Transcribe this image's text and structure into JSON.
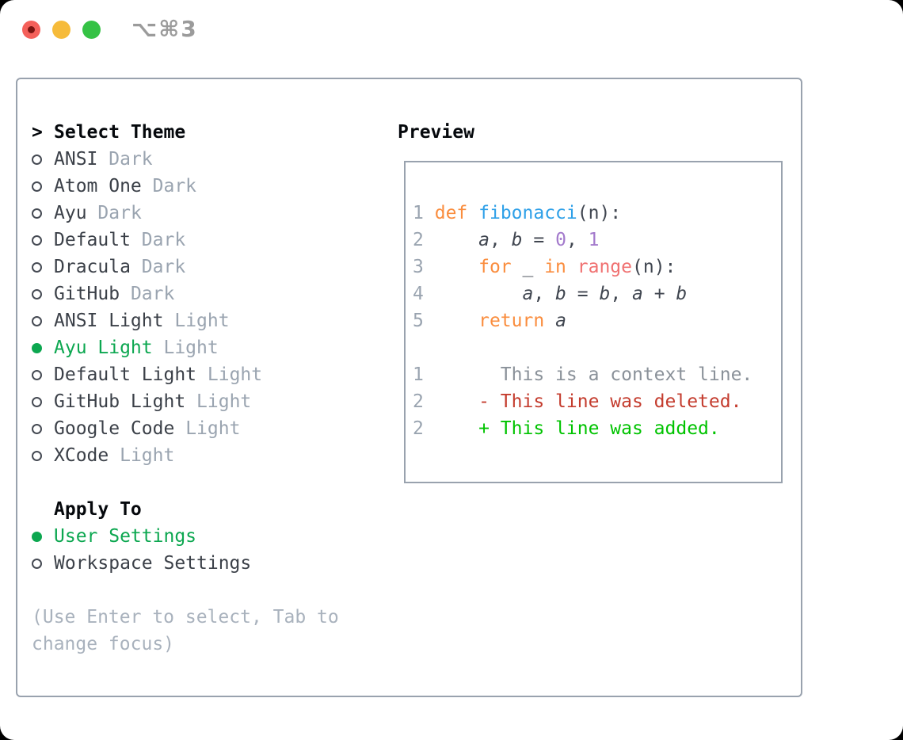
{
  "titlebar": {
    "title": "⌥⌘3"
  },
  "sidebar": {
    "header_prefix": ">",
    "header": "Select Theme",
    "themes": [
      {
        "name": "ANSI",
        "variant": "Dark",
        "selected": false
      },
      {
        "name": "Atom One",
        "variant": "Dark",
        "selected": false
      },
      {
        "name": "Ayu",
        "variant": "Dark",
        "selected": false
      },
      {
        "name": "Default",
        "variant": "Dark",
        "selected": false
      },
      {
        "name": "Dracula",
        "variant": "Dark",
        "selected": false
      },
      {
        "name": "GitHub",
        "variant": "Dark",
        "selected": false
      },
      {
        "name": "ANSI Light",
        "variant": "Light",
        "selected": false
      },
      {
        "name": "Ayu Light",
        "variant": "Light",
        "selected": true
      },
      {
        "name": "Default Light",
        "variant": "Light",
        "selected": false
      },
      {
        "name": "GitHub Light",
        "variant": "Light",
        "selected": false
      },
      {
        "name": "Google Code",
        "variant": "Light",
        "selected": false
      },
      {
        "name": "XCode",
        "variant": "Light",
        "selected": false
      }
    ],
    "apply_header": "Apply To",
    "apply_options": [
      {
        "label": "User Settings",
        "selected": true
      },
      {
        "label": "Workspace Settings",
        "selected": false
      }
    ],
    "hint_lines": [
      "(Use Enter to select, Tab to",
      "change focus)"
    ]
  },
  "preview": {
    "header": "Preview",
    "lines": [
      {
        "tokens": [
          {
            "t": "1",
            "c": "ln"
          },
          {
            "t": " ",
            "c": "pl"
          },
          {
            "t": "def",
            "c": "kw"
          },
          {
            "t": " ",
            "c": "pl"
          },
          {
            "t": "fibonacci",
            "c": "fn"
          },
          {
            "t": "(n):",
            "c": "pl"
          }
        ]
      },
      {
        "tokens": [
          {
            "t": "2",
            "c": "ln"
          },
          {
            "t": "     ",
            "c": "pl"
          },
          {
            "t": "a",
            "c": "var"
          },
          {
            "t": ", ",
            "c": "pl"
          },
          {
            "t": "b",
            "c": "var"
          },
          {
            "t": " = ",
            "c": "pl"
          },
          {
            "t": "0",
            "c": "lit"
          },
          {
            "t": ", ",
            "c": "pl"
          },
          {
            "t": "1",
            "c": "lit"
          }
        ]
      },
      {
        "tokens": [
          {
            "t": "3",
            "c": "ln"
          },
          {
            "t": "     ",
            "c": "pl"
          },
          {
            "t": "for",
            "c": "kw"
          },
          {
            "t": " _ ",
            "c": "pl"
          },
          {
            "t": "in",
            "c": "kw"
          },
          {
            "t": " ",
            "c": "pl"
          },
          {
            "t": "range",
            "c": "call"
          },
          {
            "t": "(n):",
            "c": "pl"
          }
        ]
      },
      {
        "tokens": [
          {
            "t": "4",
            "c": "ln"
          },
          {
            "t": "         ",
            "c": "pl"
          },
          {
            "t": "a",
            "c": "var"
          },
          {
            "t": ", ",
            "c": "pl"
          },
          {
            "t": "b",
            "c": "var"
          },
          {
            "t": " = ",
            "c": "pl"
          },
          {
            "t": "b",
            "c": "var"
          },
          {
            "t": ", ",
            "c": "pl"
          },
          {
            "t": "a",
            "c": "var"
          },
          {
            "t": " + ",
            "c": "pl"
          },
          {
            "t": "b",
            "c": "var"
          }
        ]
      },
      {
        "tokens": [
          {
            "t": "5",
            "c": "ln"
          },
          {
            "t": "     ",
            "c": "pl"
          },
          {
            "t": "return",
            "c": "kw"
          },
          {
            "t": " ",
            "c": "pl"
          },
          {
            "t": "a",
            "c": "var"
          }
        ]
      },
      {
        "tokens": []
      },
      {
        "tokens": [
          {
            "t": "1",
            "c": "ln"
          },
          {
            "t": "       This is a context line.",
            "c": "ctx"
          }
        ]
      },
      {
        "tokens": [
          {
            "t": "2",
            "c": "ln"
          },
          {
            "t": "     - This line was deleted.",
            "c": "del"
          }
        ]
      },
      {
        "tokens": [
          {
            "t": "2",
            "c": "ln"
          },
          {
            "t": "     + This line was added.",
            "c": "add"
          }
        ]
      }
    ]
  },
  "colors": {
    "selected_green": "#0ca750",
    "added_green": "#00c300",
    "deleted_red": "#c43c2e",
    "keyword_orange": "#fa8d3e",
    "function_blue": "#2ea0e8",
    "literal_purple": "#a37acc",
    "call_coral": "#f07171",
    "muted_gray": "#9aa4b0",
    "text_dark": "#3b4048",
    "border_gray": "#99a2ae",
    "traffic_red": "#f4605a",
    "traffic_yellow": "#f6bb3a",
    "traffic_green": "#35c245"
  }
}
